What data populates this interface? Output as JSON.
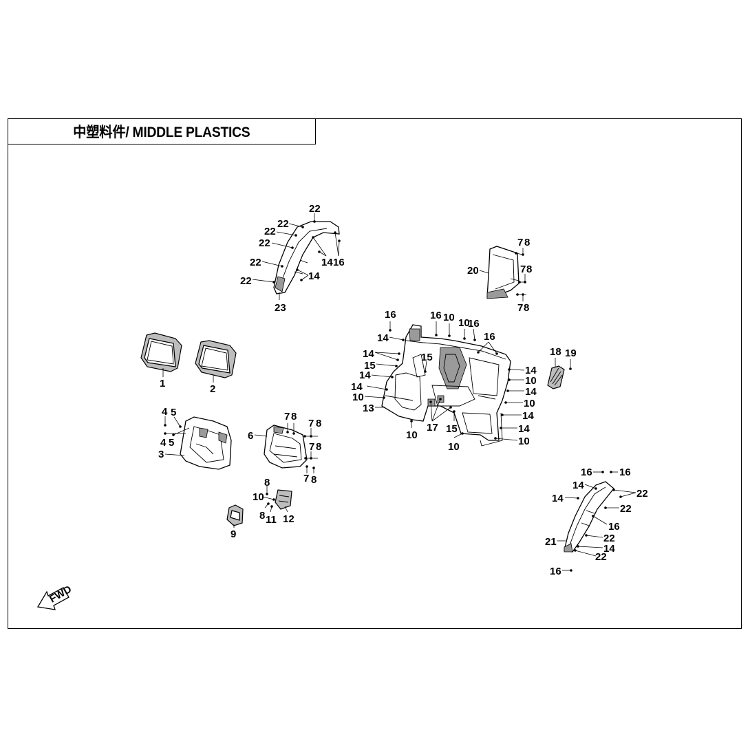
{
  "title": "中塑料件/ MIDDLE PLASTICS",
  "fwd_text": "FWD",
  "callouts": [
    {
      "id": "c1",
      "text": "22"
    },
    {
      "id": "c2",
      "text": "22"
    },
    {
      "id": "c3",
      "text": "22"
    },
    {
      "id": "c4",
      "text": "22"
    },
    {
      "id": "c5",
      "text": "22"
    },
    {
      "id": "c6",
      "text": "22"
    },
    {
      "id": "c7",
      "text": "14"
    },
    {
      "id": "c8",
      "text": "16"
    },
    {
      "id": "c9",
      "text": "14"
    },
    {
      "id": "c10",
      "text": "23"
    },
    {
      "id": "c11",
      "text": "7"
    },
    {
      "id": "c12",
      "text": "8"
    },
    {
      "id": "c13",
      "text": "7"
    },
    {
      "id": "c14",
      "text": "8"
    },
    {
      "id": "c15",
      "text": "20"
    },
    {
      "id": "c16",
      "text": "7"
    },
    {
      "id": "c17",
      "text": "8"
    },
    {
      "id": "c18",
      "text": "1"
    },
    {
      "id": "c19",
      "text": "2"
    },
    {
      "id": "c20",
      "text": "16"
    },
    {
      "id": "c21",
      "text": "16"
    },
    {
      "id": "c22",
      "text": "10"
    },
    {
      "id": "c23",
      "text": "10"
    },
    {
      "id": "c24",
      "text": "16"
    },
    {
      "id": "c25",
      "text": "16"
    },
    {
      "id": "c26",
      "text": "14"
    },
    {
      "id": "c27",
      "text": "14"
    },
    {
      "id": "c28",
      "text": "15"
    },
    {
      "id": "c29",
      "text": "15"
    },
    {
      "id": "c30",
      "text": "14"
    },
    {
      "id": "c31",
      "text": "14"
    },
    {
      "id": "c32",
      "text": "10"
    },
    {
      "id": "c33",
      "text": "13"
    },
    {
      "id": "c34",
      "text": "10"
    },
    {
      "id": "c35",
      "text": "17"
    },
    {
      "id": "c36",
      "text": "15"
    },
    {
      "id": "c37",
      "text": "10"
    },
    {
      "id": "c38",
      "text": "14"
    },
    {
      "id": "c39",
      "text": "10"
    },
    {
      "id": "c40",
      "text": "14"
    },
    {
      "id": "c41",
      "text": "10"
    },
    {
      "id": "c42",
      "text": "14"
    },
    {
      "id": "c43",
      "text": "14"
    },
    {
      "id": "c44",
      "text": "10"
    },
    {
      "id": "c45",
      "text": "18"
    },
    {
      "id": "c46",
      "text": "19"
    },
    {
      "id": "c47",
      "text": "4"
    },
    {
      "id": "c48",
      "text": "5"
    },
    {
      "id": "c49",
      "text": "4"
    },
    {
      "id": "c50",
      "text": "5"
    },
    {
      "id": "c51",
      "text": "3"
    },
    {
      "id": "c52",
      "text": "7"
    },
    {
      "id": "c53",
      "text": "8"
    },
    {
      "id": "c54",
      "text": "6"
    },
    {
      "id": "c55",
      "text": "7"
    },
    {
      "id": "c56",
      "text": "8"
    },
    {
      "id": "c57",
      "text": "7"
    },
    {
      "id": "c58",
      "text": "8"
    },
    {
      "id": "c59",
      "text": "7"
    },
    {
      "id": "c60",
      "text": "8"
    },
    {
      "id": "c61",
      "text": "8"
    },
    {
      "id": "c62",
      "text": "10"
    },
    {
      "id": "c63",
      "text": "8"
    },
    {
      "id": "c64",
      "text": "11"
    },
    {
      "id": "c65",
      "text": "12"
    },
    {
      "id": "c66",
      "text": "9"
    },
    {
      "id": "c67",
      "text": "16"
    },
    {
      "id": "c68",
      "text": "16"
    },
    {
      "id": "c69",
      "text": "14"
    },
    {
      "id": "c70",
      "text": "14"
    },
    {
      "id": "c71",
      "text": "22"
    },
    {
      "id": "c72",
      "text": "22"
    },
    {
      "id": "c73",
      "text": "16"
    },
    {
      "id": "c74",
      "text": "21"
    },
    {
      "id": "c75",
      "text": "22"
    },
    {
      "id": "c76",
      "text": "14"
    },
    {
      "id": "c77",
      "text": "22"
    },
    {
      "id": "c78",
      "text": "16"
    }
  ]
}
